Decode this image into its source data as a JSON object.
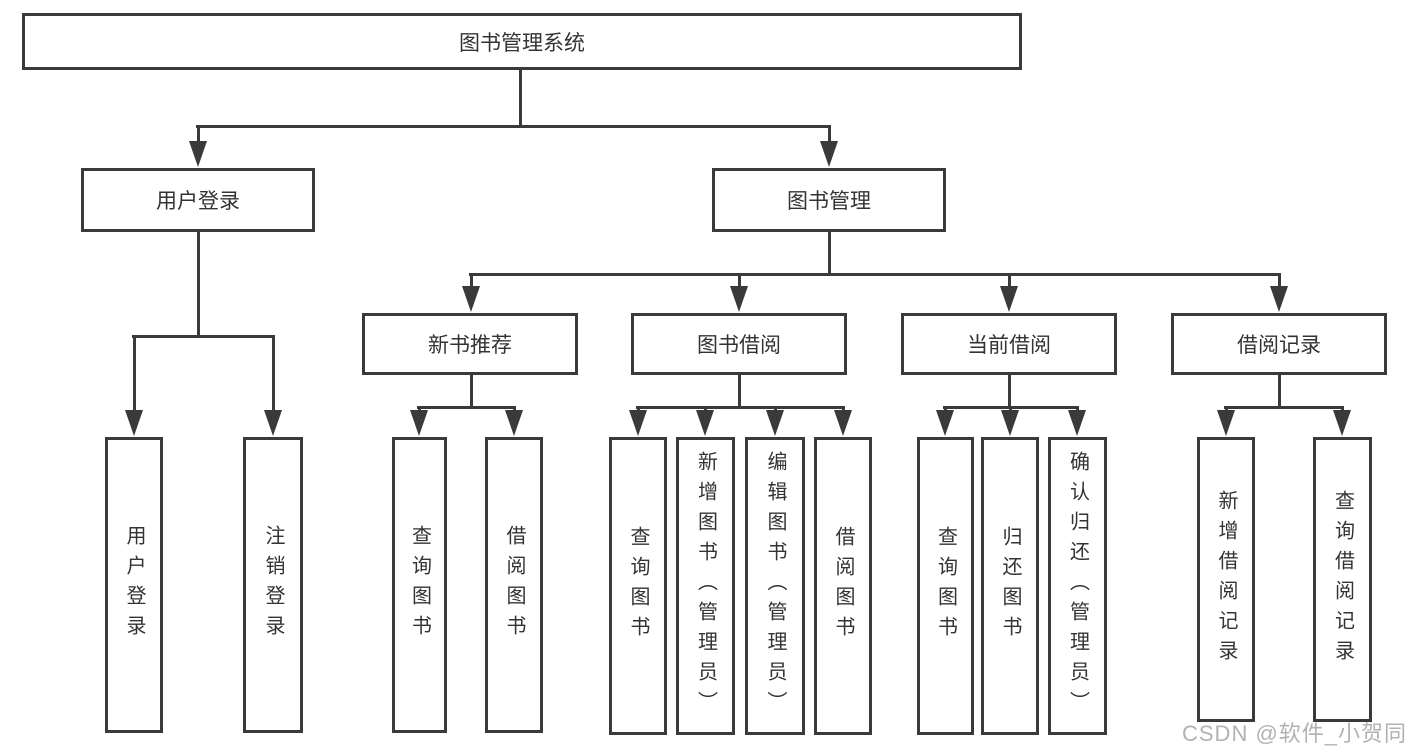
{
  "diagram": {
    "root": {
      "label": "图书管理系统"
    },
    "branches": [
      {
        "label": "用户登录",
        "children": [
          {
            "label": "用户登录"
          },
          {
            "label": "注销登录"
          }
        ]
      },
      {
        "label": "图书管理",
        "children": [
          {
            "label": "新书推荐",
            "children": [
              {
                "label": "查询图书"
              },
              {
                "label": "借阅图书"
              }
            ]
          },
          {
            "label": "图书借阅",
            "children": [
              {
                "label": "查询图书"
              },
              {
                "label": "新增图书（管理员）"
              },
              {
                "label": "编辑图书（管理员）"
              },
              {
                "label": "借阅图书"
              }
            ]
          },
          {
            "label": "当前借阅",
            "children": [
              {
                "label": "查询图书"
              },
              {
                "label": "归还图书"
              },
              {
                "label": "确认归还（管理员）"
              }
            ]
          },
          {
            "label": "借阅记录",
            "children": [
              {
                "label": "新增借阅记录"
              },
              {
                "label": "查询借阅记录"
              }
            ]
          }
        ]
      }
    ]
  },
  "watermark": {
    "text": "CSDN @软件_小贺同学"
  },
  "colors": {
    "line": "#3a3a3a",
    "text": "#333333",
    "watermark": "#b2b2b2",
    "background": "#ffffff"
  }
}
